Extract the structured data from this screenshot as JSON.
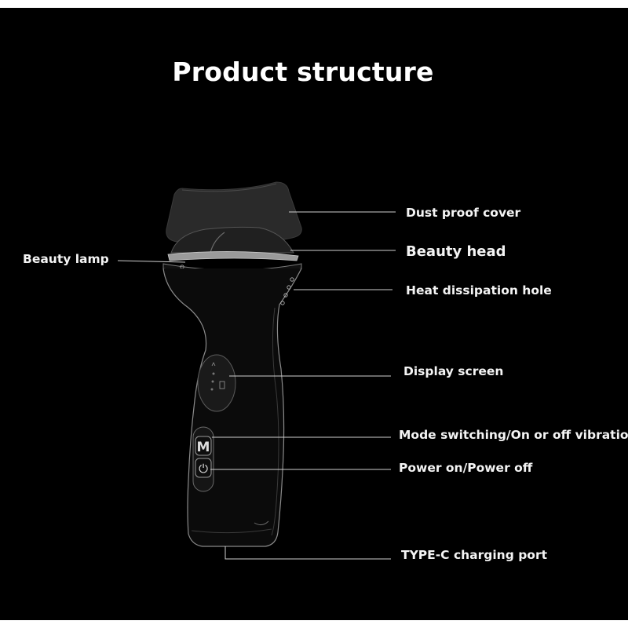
{
  "title": "Product structure",
  "labels": {
    "dust_proof_cover": "Dust proof cover",
    "beauty_head": "Beauty head",
    "beauty_lamp": "Beauty lamp",
    "heat_dissipation_hole": "Heat dissipation hole",
    "display_screen": "Display screen",
    "mode_switching": "Mode switching/On or off vibration",
    "power": "Power on/Power off",
    "type_c_port": "TYPE-C charging port"
  },
  "button_glyphs": {
    "mode": "M",
    "power": "⏻"
  },
  "colors": {
    "background": "#000000",
    "device_outline": "#8a8a8a",
    "leader_line": "#cfcfcf",
    "text": "#ffffff"
  }
}
